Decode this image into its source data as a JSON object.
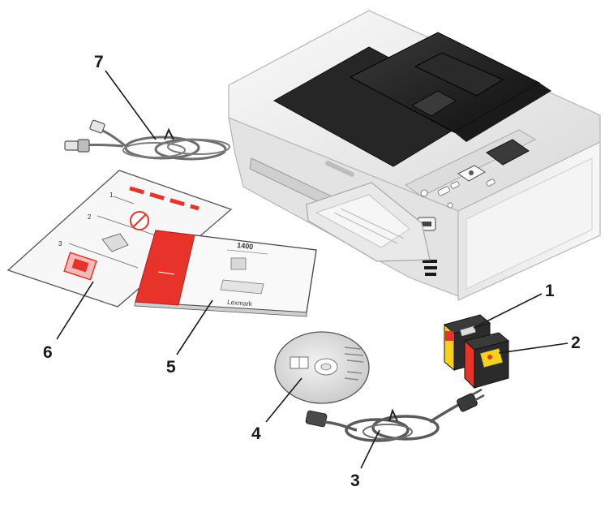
{
  "callouts": {
    "c1": "1",
    "c2": "2",
    "c3": "3",
    "c4": "4",
    "c5": "5",
    "c6": "6",
    "c7": "7"
  },
  "booklet": {
    "title": "1400",
    "brand": "Lexmark"
  },
  "colors": {
    "accent_red": "#e8332a",
    "cartridge_yellow": "#f5d21c",
    "printer_body": "#eeeeee",
    "printer_dark": "#1c1c1c",
    "cable_gray": "#6d6d6d"
  }
}
